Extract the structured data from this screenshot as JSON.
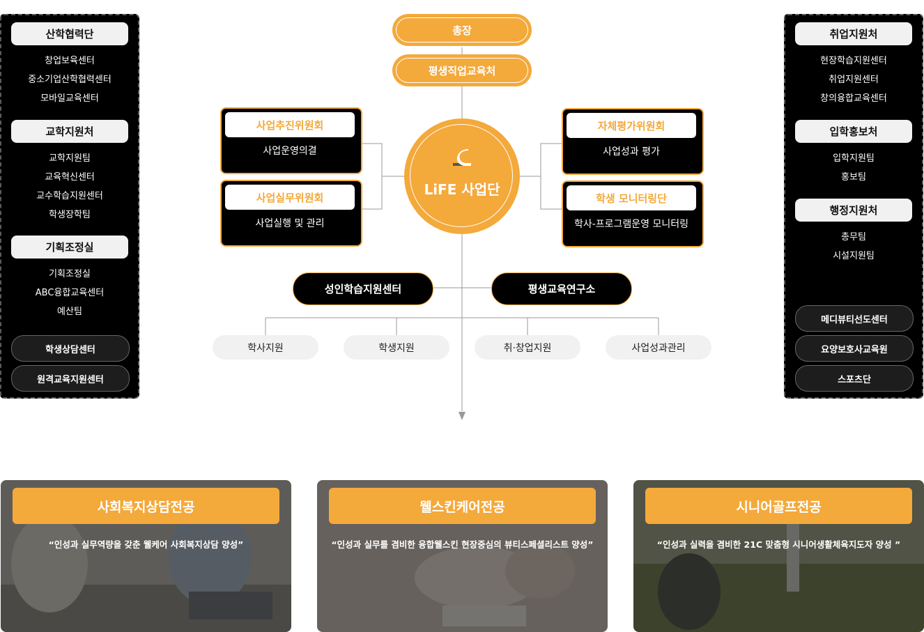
{
  "left_panel": {
    "groups": [
      {
        "head": "산학협력단",
        "items": [
          "창업보육센터",
          "중소기업산학협력센터",
          "모바일교육센터"
        ]
      },
      {
        "head": "교학지원처",
        "items": [
          "교학지원팀",
          "교육혁신센터",
          "교수학습지원센터",
          "학생장학팀"
        ]
      },
      {
        "head": "기획조정실",
        "items": [
          "기획조정실",
          "ABC융합교육센터",
          "예산팀"
        ]
      }
    ],
    "pills": [
      "학생상담센터",
      "원격교육지원센터"
    ]
  },
  "right_panel": {
    "groups": [
      {
        "head": "취업지원처",
        "items": [
          "현장학습지원센터",
          "취업지원센터",
          "창의융합교육센터"
        ]
      },
      {
        "head": "입학홍보처",
        "items": [
          "입학지원팀",
          "홍보팀"
        ]
      },
      {
        "head": "행정지원처",
        "items": [
          "총무팀",
          "시설지원팀"
        ]
      }
    ],
    "pills": [
      "메디뷰티선도센터",
      "요양보호사교육원",
      "스포츠단"
    ]
  },
  "center": {
    "top": [
      "총장",
      "평생직업교육처"
    ],
    "hub": "LiFE 사업단",
    "committees": [
      {
        "title": "사업추진위원회",
        "desc": "사업운영의결"
      },
      {
        "title": "사업실무위원회",
        "desc": "사업실행 및 관리"
      },
      {
        "title": "자체평가위원회",
        "desc": "사업성과 평가"
      },
      {
        "title": "학생 모니터링단",
        "desc": "학사-프로그램운영 모니터링"
      }
    ],
    "centers": [
      "성인학습지원센터",
      "평생교육연구소"
    ],
    "support": [
      "학사지원",
      "학생지원",
      "취·창업지원",
      "사업성과관리"
    ]
  },
  "majors": [
    {
      "title": "사회복지상담전공",
      "quote": "“인성과 실무역량을 갖춘 웰케어 사회복지상담 양성”"
    },
    {
      "title": "웰스킨케어전공",
      "quote": "“인성과 실무를 겸비한 융합웰스킨 현장중심의 뷰티스페셜리스트 양성”"
    },
    {
      "title": "시니어골프전공",
      "quote": "“인성과 실력을 겸비한 21C 맞춤형 시니어생활체육지도자 양성 ”"
    }
  ],
  "colors": {
    "accent": "#f4a93b",
    "dark": "#000000",
    "light": "#f1f1f1"
  }
}
